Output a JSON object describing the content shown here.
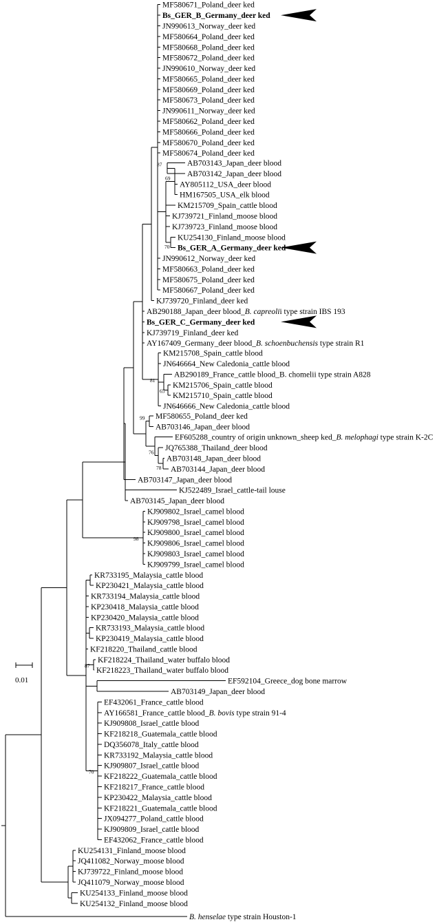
{
  "scale_bar": {
    "label": "0.01"
  },
  "taxa": [
    {
      "id": "t1",
      "label": "MF580671_Poland_deer ked"
    },
    {
      "id": "t2",
      "label": "Bs_GER_B_Germany_deer ked",
      "bold": true,
      "arrow": true
    },
    {
      "id": "t3",
      "label": "JN990613_Norway_deer ked"
    },
    {
      "id": "t4",
      "label": "MF580664_Poland_deer ked"
    },
    {
      "id": "t5",
      "label": "MF580668_Poland_deer ked"
    },
    {
      "id": "t6",
      "label": "MF580672_Poland_deer ked"
    },
    {
      "id": "t7",
      "label": "JN990610_Norway_deer ked"
    },
    {
      "id": "t8",
      "label": "MF580665_Poland_deer ked"
    },
    {
      "id": "t9",
      "label": "MF580669_Poland_deer ked"
    },
    {
      "id": "t10",
      "label": "MF580673_Poland_deer ked"
    },
    {
      "id": "t11",
      "label": "JN990611_Norway_deer ked"
    },
    {
      "id": "t12",
      "label": "MF580662_Poland_deer ked"
    },
    {
      "id": "t13",
      "label": "MF580666_Poland_deer ked"
    },
    {
      "id": "t14",
      "label": "MF580670_Poland_deer ked"
    },
    {
      "id": "t15",
      "label": "MF580674_Poland_deer ked"
    },
    {
      "id": "t16",
      "label": "AB703143_Japan_deer blood"
    },
    {
      "id": "t17",
      "label": "AB703142_Japan_deer blood"
    },
    {
      "id": "t18",
      "label": "AY805112_USA_deer blood"
    },
    {
      "id": "t19",
      "label": "HM167505_USA_elk blood"
    },
    {
      "id": "t20",
      "label": "KM215709_Spain_cattle blood"
    },
    {
      "id": "t21",
      "label": "KJ739721_Finland_moose blood"
    },
    {
      "id": "t22",
      "label": "KJ739723_Finland_moose blood"
    },
    {
      "id": "t23",
      "label": "KU254130_Finland_moose blood"
    },
    {
      "id": "t24",
      "label": "Bs_GER_A_Germany_deer ked",
      "bold": true,
      "arrow": true
    },
    {
      "id": "t25",
      "label": "JN990612_Norway_deer ked"
    },
    {
      "id": "t26",
      "label": "MF580663_Poland_deer ked"
    },
    {
      "id": "t27",
      "label": "MF580675_Poland_deer ked"
    },
    {
      "id": "t28",
      "label": "MF580667_Poland_deer ked"
    },
    {
      "id": "t29",
      "label": "KJ739720_Finland_deer ked"
    },
    {
      "id": "t30",
      "label": "AB290188_Japan_deer blood_",
      "italic": "B. capreoli",
      "suffix": "i type strain IBS 193"
    },
    {
      "id": "t31",
      "label": "Bs_GER_C_Germany_deer ked",
      "bold": true,
      "arrow": true
    },
    {
      "id": "t32",
      "label": "KJ739719_Finland_deer ked"
    },
    {
      "id": "t33",
      "label": "AY167409_Germany_deer blood_",
      "italic": "B. schoenbuchensis",
      "suffix": " type strain R1"
    },
    {
      "id": "t34",
      "label": "KM215708_Spain_cattle blood"
    },
    {
      "id": "t35",
      "label": "JN646664_New Caledonia_cattle blood"
    },
    {
      "id": "t36",
      "label": "AB290189_France_cattle blood_B. chomelii type strain A828"
    },
    {
      "id": "t37",
      "label": "KM215706_Spain_cattle blood"
    },
    {
      "id": "t38",
      "label": "KM215710_Spain_cattle blood"
    },
    {
      "id": "t39",
      "label": "JN646666_New Caledonia_cattle blood"
    },
    {
      "id": "t40",
      "label": "MF580655_Poland_deer ked"
    },
    {
      "id": "t41",
      "label": "AB703146_Japan_deer blood"
    },
    {
      "id": "t42",
      "label": "EF605288_country of origin unknown_sheep ked_",
      "italic": "B. melophagi",
      "suffix": " type strain K-2C"
    },
    {
      "id": "t43",
      "label": "JQ765388_Thailand_deer blood"
    },
    {
      "id": "t44",
      "label": "AB703148_Japan_deer blood"
    },
    {
      "id": "t45",
      "label": "AB703144_Japan_deer blood"
    },
    {
      "id": "t46",
      "label": "AB703147_Japan_deer blood"
    },
    {
      "id": "t47",
      "label": "KJ522489_Israel_cattle-tail louse"
    },
    {
      "id": "t48",
      "label": "AB703145_Japan_deer blood"
    },
    {
      "id": "t49",
      "label": "KJ909802_Israel_camel blood"
    },
    {
      "id": "t50",
      "label": "KJ909798_Israel_camel blood"
    },
    {
      "id": "t51",
      "label": "KJ909800_Israel_camel blood"
    },
    {
      "id": "t52",
      "label": "KJ909806_Israel_camel blood"
    },
    {
      "id": "t53",
      "label": "KJ909803_Israel_camel blood"
    },
    {
      "id": "t54",
      "label": "KJ909799_Israel_camel blood"
    },
    {
      "id": "t55",
      "label": "KR733195_Malaysia_cattle blood"
    },
    {
      "id": "t56",
      "label": "KP230421_Malaysia_cattle blood"
    },
    {
      "id": "t57",
      "label": "KR733194_Malaysia_cattle blood"
    },
    {
      "id": "t58",
      "label": "KP230418_Malaysia_cattle blood"
    },
    {
      "id": "t59",
      "label": "KP230420_Malaysia_cattle blood"
    },
    {
      "id": "t60",
      "label": "KR733193_Malaysia_cattle blood"
    },
    {
      "id": "t61",
      "label": "KP230419_Malaysia_cattle blood"
    },
    {
      "id": "t62",
      "label": "KF218220_Thailand_cattle blood"
    },
    {
      "id": "t63",
      "label": "KF218224_Thailand_water buffalo blood"
    },
    {
      "id": "t64",
      "label": "KF218223_Thailand_water buffalo blood"
    },
    {
      "id": "t65",
      "label": "EF592104_Greece_dog bone marrow"
    },
    {
      "id": "t66",
      "label": "AB703149_Japan_deer blood"
    },
    {
      "id": "t67",
      "label": "EF432061_France_cattle blood"
    },
    {
      "id": "t68",
      "label": "AY166581_France_cattle blood_",
      "italic": "B. bovis",
      "suffix": " type strain 91-4"
    },
    {
      "id": "t69",
      "label": "KJ909808_Israel_cattle blood"
    },
    {
      "id": "t70",
      "label": "KF218218_Guatemala_cattle blood"
    },
    {
      "id": "t71",
      "label": "DQ356078_Italy_cattle blood"
    },
    {
      "id": "t72",
      "label": "KR733192_Malaysia_cattle blood"
    },
    {
      "id": "t73",
      "label": "KJ909807_Israel_cattle blood"
    },
    {
      "id": "t74",
      "label": "KF218222_Guatemala_cattle blood"
    },
    {
      "id": "t75",
      "label": "KF218217_France_cattle blood"
    },
    {
      "id": "t76",
      "label": "KP230422_Malaysia_cattle blood"
    },
    {
      "id": "t77",
      "label": "KF218221_Guatemala_cattle blood"
    },
    {
      "id": "t78",
      "label": "JX094277_Poland_cattle blood"
    },
    {
      "id": "t79",
      "label": "KJ909809_Israel_cattle blood"
    },
    {
      "id": "t80",
      "label": "EF432062_France_cattle blood"
    },
    {
      "id": "t81",
      "label": "KU254131_Finland_moose blood"
    },
    {
      "id": "t82",
      "label": "JQ411082_Norway_moose blood"
    },
    {
      "id": "t83",
      "label": "KJ739722_Finland_moose blood"
    },
    {
      "id": "t84",
      "label": "JQ411079_Norway_moose blood"
    },
    {
      "id": "t85",
      "label": "KU254133_Finland_moose blood"
    },
    {
      "id": "t86",
      "label": "KU254132_Finland_moose blood"
    },
    {
      "id": "t87",
      "label": "",
      "italic": "B. henselae",
      "suffix": " type strain Houston-1"
    }
  ],
  "bootstrap": [
    {
      "node": "n87",
      "value": "87"
    },
    {
      "node": "n69",
      "value": "69"
    },
    {
      "node": "n70a",
      "value": "70"
    },
    {
      "node": "n81",
      "value": "81"
    },
    {
      "node": "n65",
      "value": "65"
    },
    {
      "node": "n99",
      "value": "99"
    },
    {
      "node": "n76",
      "value": "76"
    },
    {
      "node": "n78",
      "value": "78"
    },
    {
      "node": "n98",
      "value": "98"
    },
    {
      "node": "n87b",
      "value": "87"
    },
    {
      "node": "n70b",
      "value": "70"
    }
  ]
}
